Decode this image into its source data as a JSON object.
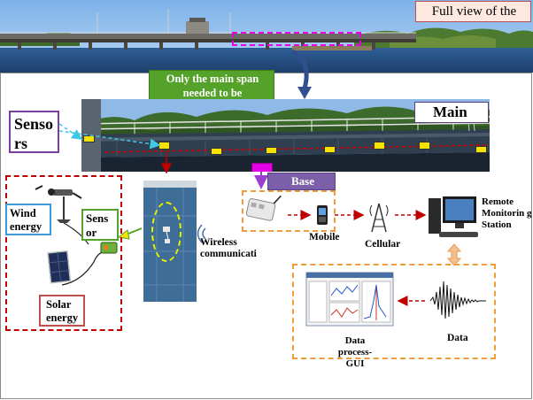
{
  "title_box": {
    "text": "Full view of the"
  },
  "callout_span": {
    "text": "Only the main span needed to be"
  },
  "main_label": {
    "text": "Main"
  },
  "sensors_label": {
    "text": "Senso rs"
  },
  "base_label": {
    "text": "Base"
  },
  "energy": {
    "wind": "Wind energy",
    "sensor": "Sens or",
    "solar": "Solar energy"
  },
  "wireless": {
    "text": "Wireless communicati"
  },
  "mobile": {
    "text": "Mobile"
  },
  "cellular": {
    "text": "Cellular"
  },
  "remote": {
    "text": "Remote Monitorin g Station"
  },
  "data": {
    "text": "Data"
  },
  "data_process": {
    "text": "Data process-GUI"
  },
  "colors": {
    "magenta": "#e600e6",
    "red": "#c00000",
    "orange": "#f39b3a",
    "green": "#55a22a",
    "sky": "#7fb3e6"
  }
}
